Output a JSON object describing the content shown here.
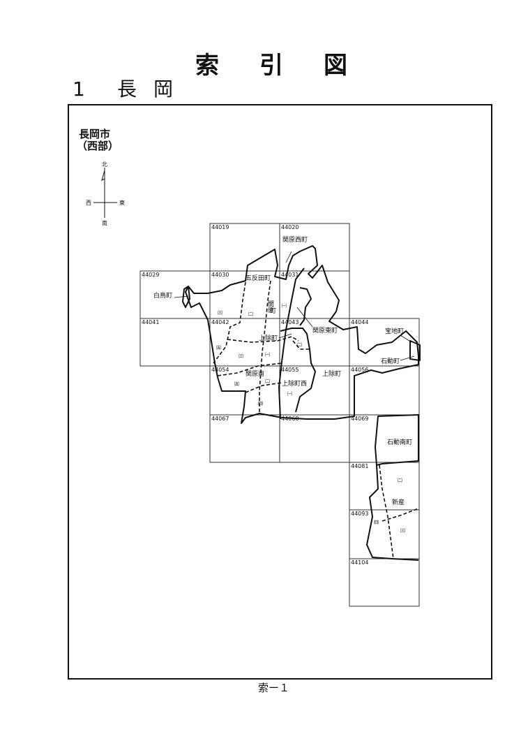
{
  "header": {
    "title": "索引図",
    "section_number": "1",
    "section_name": "長岡"
  },
  "map": {
    "city_name": "長岡市",
    "city_sub": "（西部）",
    "compass": {
      "north": "北",
      "south": "南",
      "east": "東",
      "west": "西"
    },
    "sheets": [
      "44019",
      "44020",
      "44029",
      "44030",
      "44031",
      "44041",
      "44042",
      "44043",
      "44044",
      "44054",
      "44055",
      "44056",
      "44067",
      "44068",
      "44069",
      "44081",
      "44093",
      "44104"
    ],
    "towns": {
      "sekihara_nishi": "関原西町",
      "gotanda": "五反田町",
      "shiratori": "白鳥町",
      "sekihara_v1": "関原",
      "sekihara_v2": "町",
      "sekihara_higashi": "関原東町",
      "takaranochi": "宝地町",
      "kamijoe_1": "上除町",
      "kamijoe_2": "上除町",
      "ishido": "石動町",
      "sekihara_minami": "関原南",
      "kamijoe_nishi": "上除町西",
      "ishido_minami": "石動南町",
      "shinsan": "新産"
    },
    "chome": {
      "gotanda_3": "㈢",
      "gotanda_2": "㈡",
      "sekihara_1": "㈠",
      "west_5": "㈤",
      "west_3": "㈢",
      "west_1": "㈠",
      "higashi_2": "㈡",
      "minami_5": "㈤",
      "minami_2": "㈡",
      "minami_4": "㈣",
      "kamijoe_nishi_1": "㈠",
      "shinsan_2": "㈡",
      "shinsan_4": "㈣",
      "shinsan_3": "㈢"
    }
  },
  "footer": {
    "page_label": "索ー１"
  }
}
